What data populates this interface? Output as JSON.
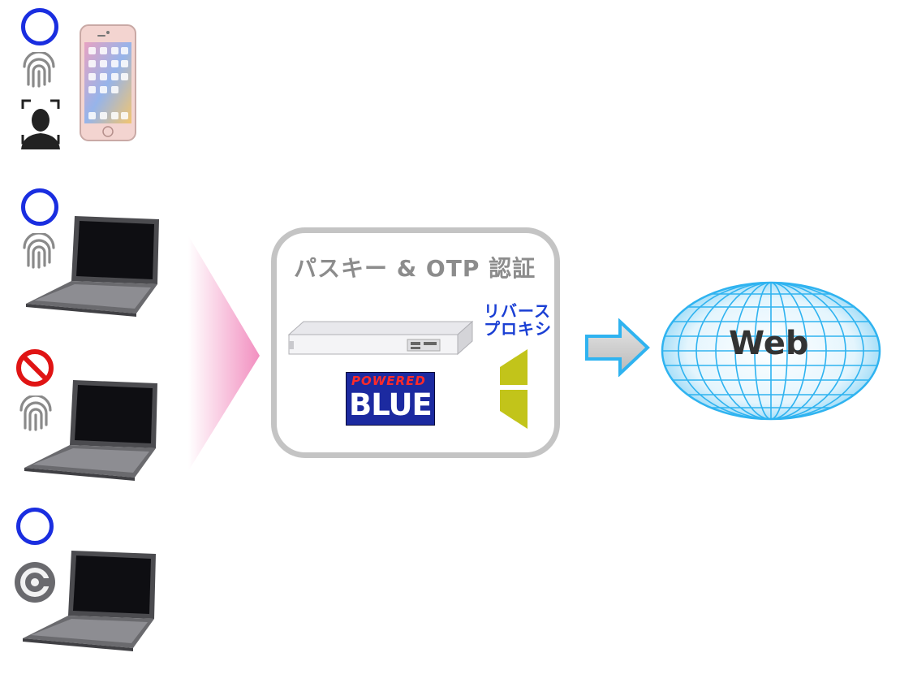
{
  "panel": {
    "title": "パスキー & OTP 認証",
    "proxy_label_line1": "リバース",
    "proxy_label_line2": "プロキシ",
    "logo_top": "POWERED",
    "logo_bottom": "BLUE"
  },
  "destination": {
    "label": "Web"
  },
  "clients": [
    {
      "device": "smartphone",
      "status": "allowed",
      "auth": [
        "fingerprint",
        "face-id"
      ]
    },
    {
      "device": "laptop",
      "status": "allowed",
      "auth": [
        "fingerprint"
      ]
    },
    {
      "device": "laptop",
      "status": "denied",
      "auth": [
        "fingerprint"
      ]
    },
    {
      "device": "laptop",
      "status": "allowed",
      "auth": [
        "authenticator-otp"
      ]
    }
  ],
  "colors": {
    "allowed": "#1a2ee0",
    "denied": "#e01414",
    "panel_border": "#c4c4c4",
    "proxy_text": "#1a3fd4",
    "proxy_shape": "#c2c41a",
    "globe": "#2fb3f0",
    "arrow": "#2fb3f0"
  }
}
